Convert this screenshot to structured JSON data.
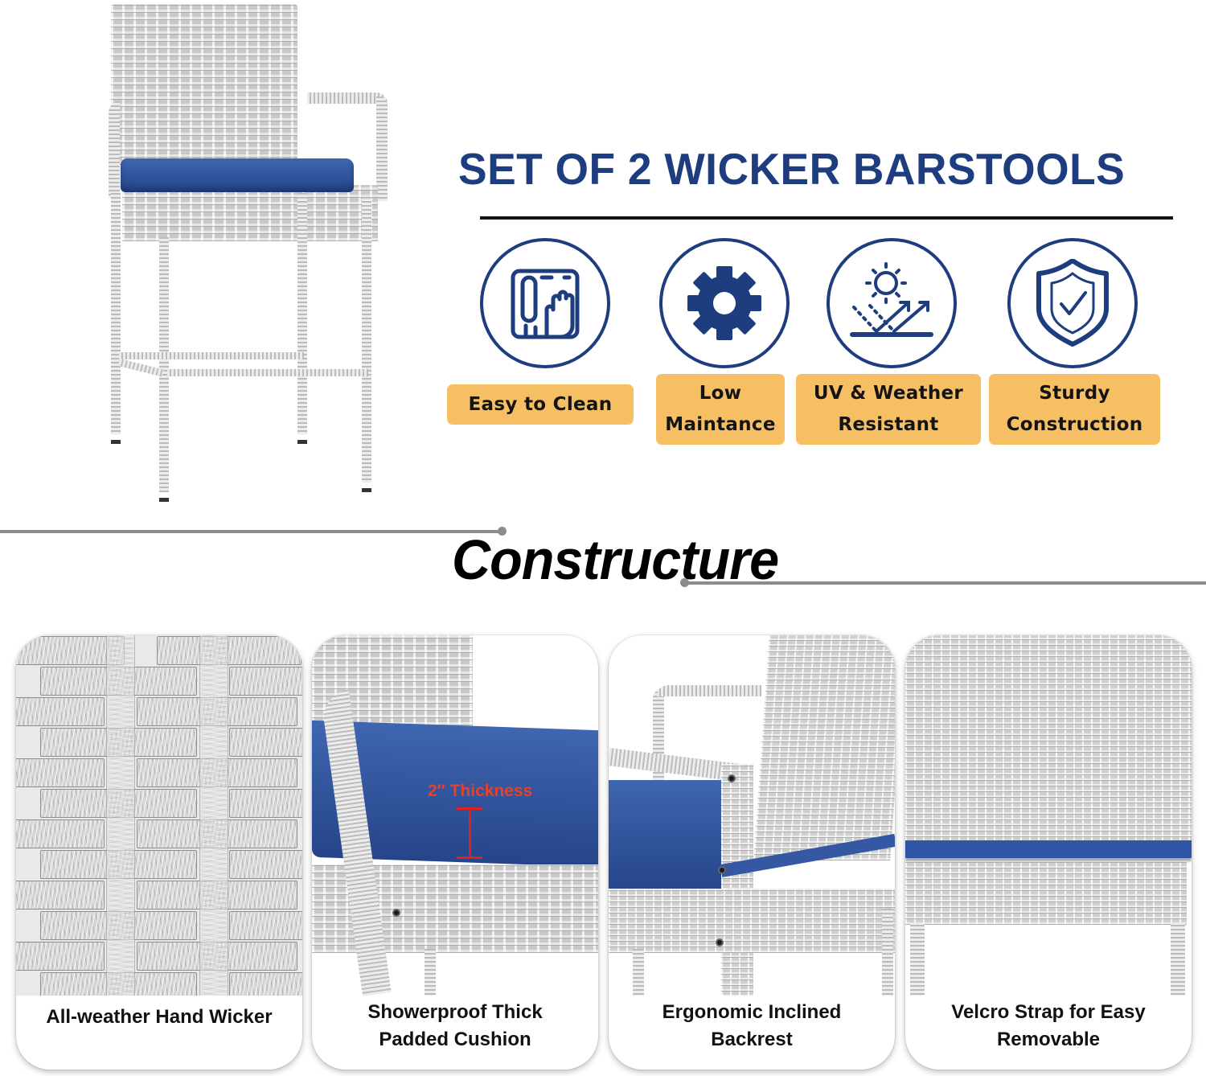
{
  "headline": "SET OF 2 WICKER BARSTOOLS",
  "colors": {
    "headline_blue": "#1e3d7f",
    "badge_orange": "#f6bf63",
    "cushion_blue": "#2f5299",
    "wicker_gray": "#d9d9d9",
    "annotation_red": "#e8412a",
    "divider_gray": "#8c8c8c"
  },
  "features": [
    {
      "icon": "hand-cleaning-icon",
      "label": "Easy to Clean"
    },
    {
      "icon": "gear-icon",
      "label_line1": "Low",
      "label_line2": "Maintance"
    },
    {
      "icon": "sun-uv-reflect-icon",
      "label_line1": "UV & Weather",
      "label_line2": "Resistant"
    },
    {
      "icon": "shield-check-icon",
      "label_line1": "Sturdy",
      "label_line2": "Construction"
    }
  ],
  "section_title": "Constructure",
  "details": [
    {
      "caption_line1": "All-weather Hand Wicker",
      "caption_line2": ""
    },
    {
      "caption_line1": "Showerproof Thick",
      "caption_line2": "Padded Cushion",
      "annotation": "2″ Thickness"
    },
    {
      "caption_line1": "Ergonomic Inclined",
      "caption_line2": "Backrest"
    },
    {
      "caption_line1": "Velcro Strap for Easy",
      "caption_line2": "Removable"
    }
  ]
}
